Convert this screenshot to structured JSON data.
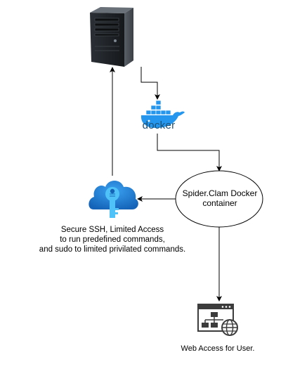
{
  "nodes": {
    "server": {
      "icon": "server-tower-icon"
    },
    "docker": {
      "icon": "docker-whale-icon",
      "wordmark": "docker"
    },
    "container": {
      "label": "Spider.Clam Docker container"
    },
    "ssh": {
      "icon": "cloud-key-icon",
      "label_lines": [
        "Secure SSH, Limited Access",
        "to run predefined commands,",
        "and sudo to limited privilated commands."
      ]
    },
    "web": {
      "icon": "web-sitemap-globe-icon",
      "label": "Web Access for User."
    }
  },
  "colors": {
    "docker_blue": "#2496ED",
    "docker_text": "#1D4F73",
    "cloud_blue": "#1E88D9",
    "key_cyan": "#4FC3F7",
    "server_dark": "#23272B",
    "web_gray": "#3C3C3C"
  }
}
